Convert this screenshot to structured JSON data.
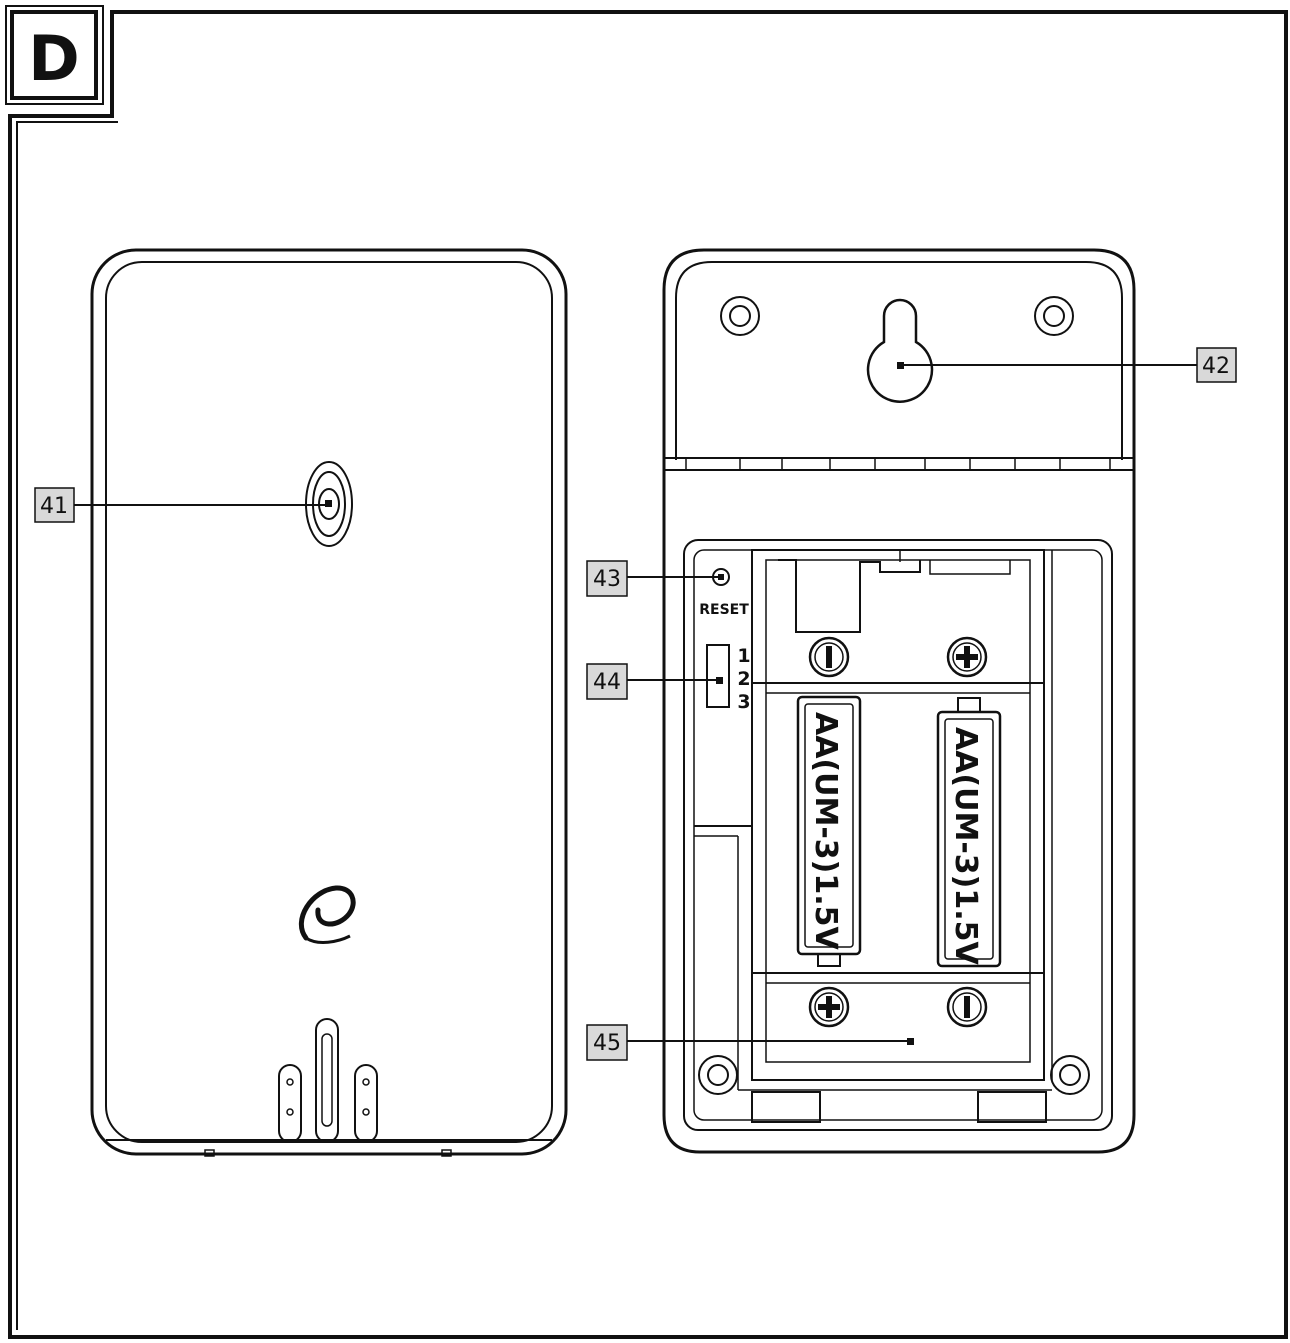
{
  "panel": {
    "letter": "D"
  },
  "callouts": {
    "c41": "41",
    "c42": "42",
    "c43": "43",
    "c44": "44",
    "c45": "45"
  },
  "device": {
    "reset_label": "RESET",
    "switch_positions": [
      "1",
      "2",
      "3"
    ],
    "battery_left": "AA(UM-3)1.5V",
    "battery_right": "AA(UM-3)1.5V"
  }
}
